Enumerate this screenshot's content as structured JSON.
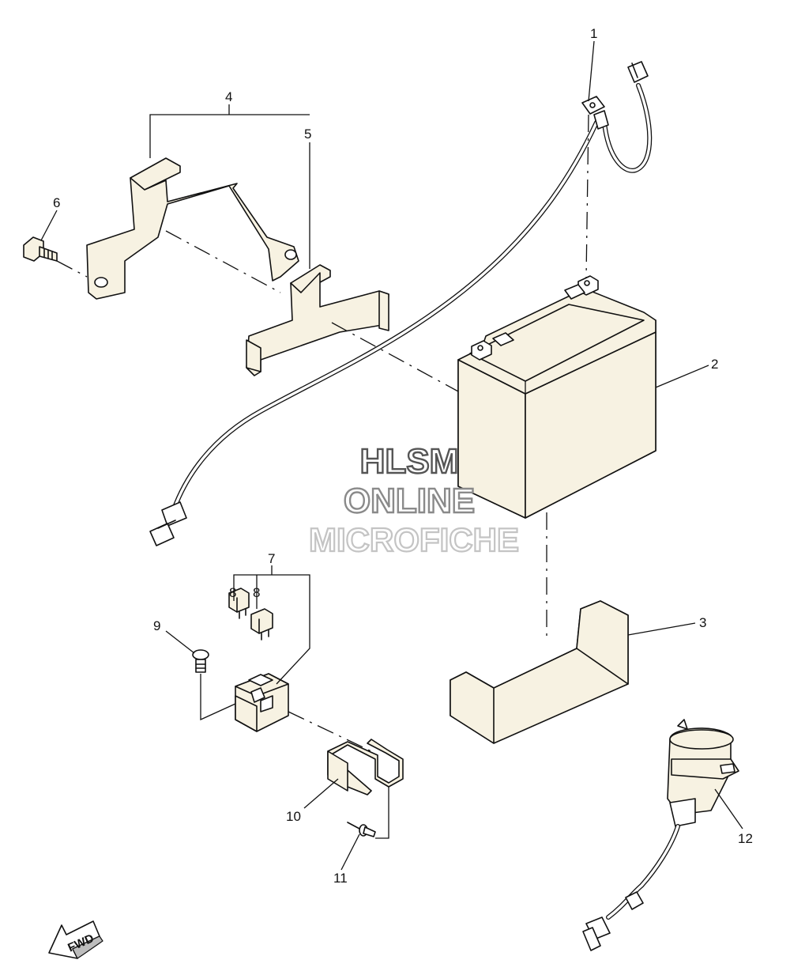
{
  "callouts": {
    "c1": "1",
    "c2": "2",
    "c3": "3",
    "c4": "4",
    "c5": "5",
    "c6": "6",
    "c7": "7",
    "c8a": "8",
    "c8b": "8",
    "c9": "9",
    "c10": "10",
    "c11": "11",
    "c12": "12"
  },
  "watermark": {
    "line1": "HLSM",
    "line2": "ONLINE",
    "line3": "MICROFICHE"
  },
  "fwd_label": "FWD",
  "colors": {
    "part_fill": "#f7f2e2",
    "line": "#111111"
  }
}
